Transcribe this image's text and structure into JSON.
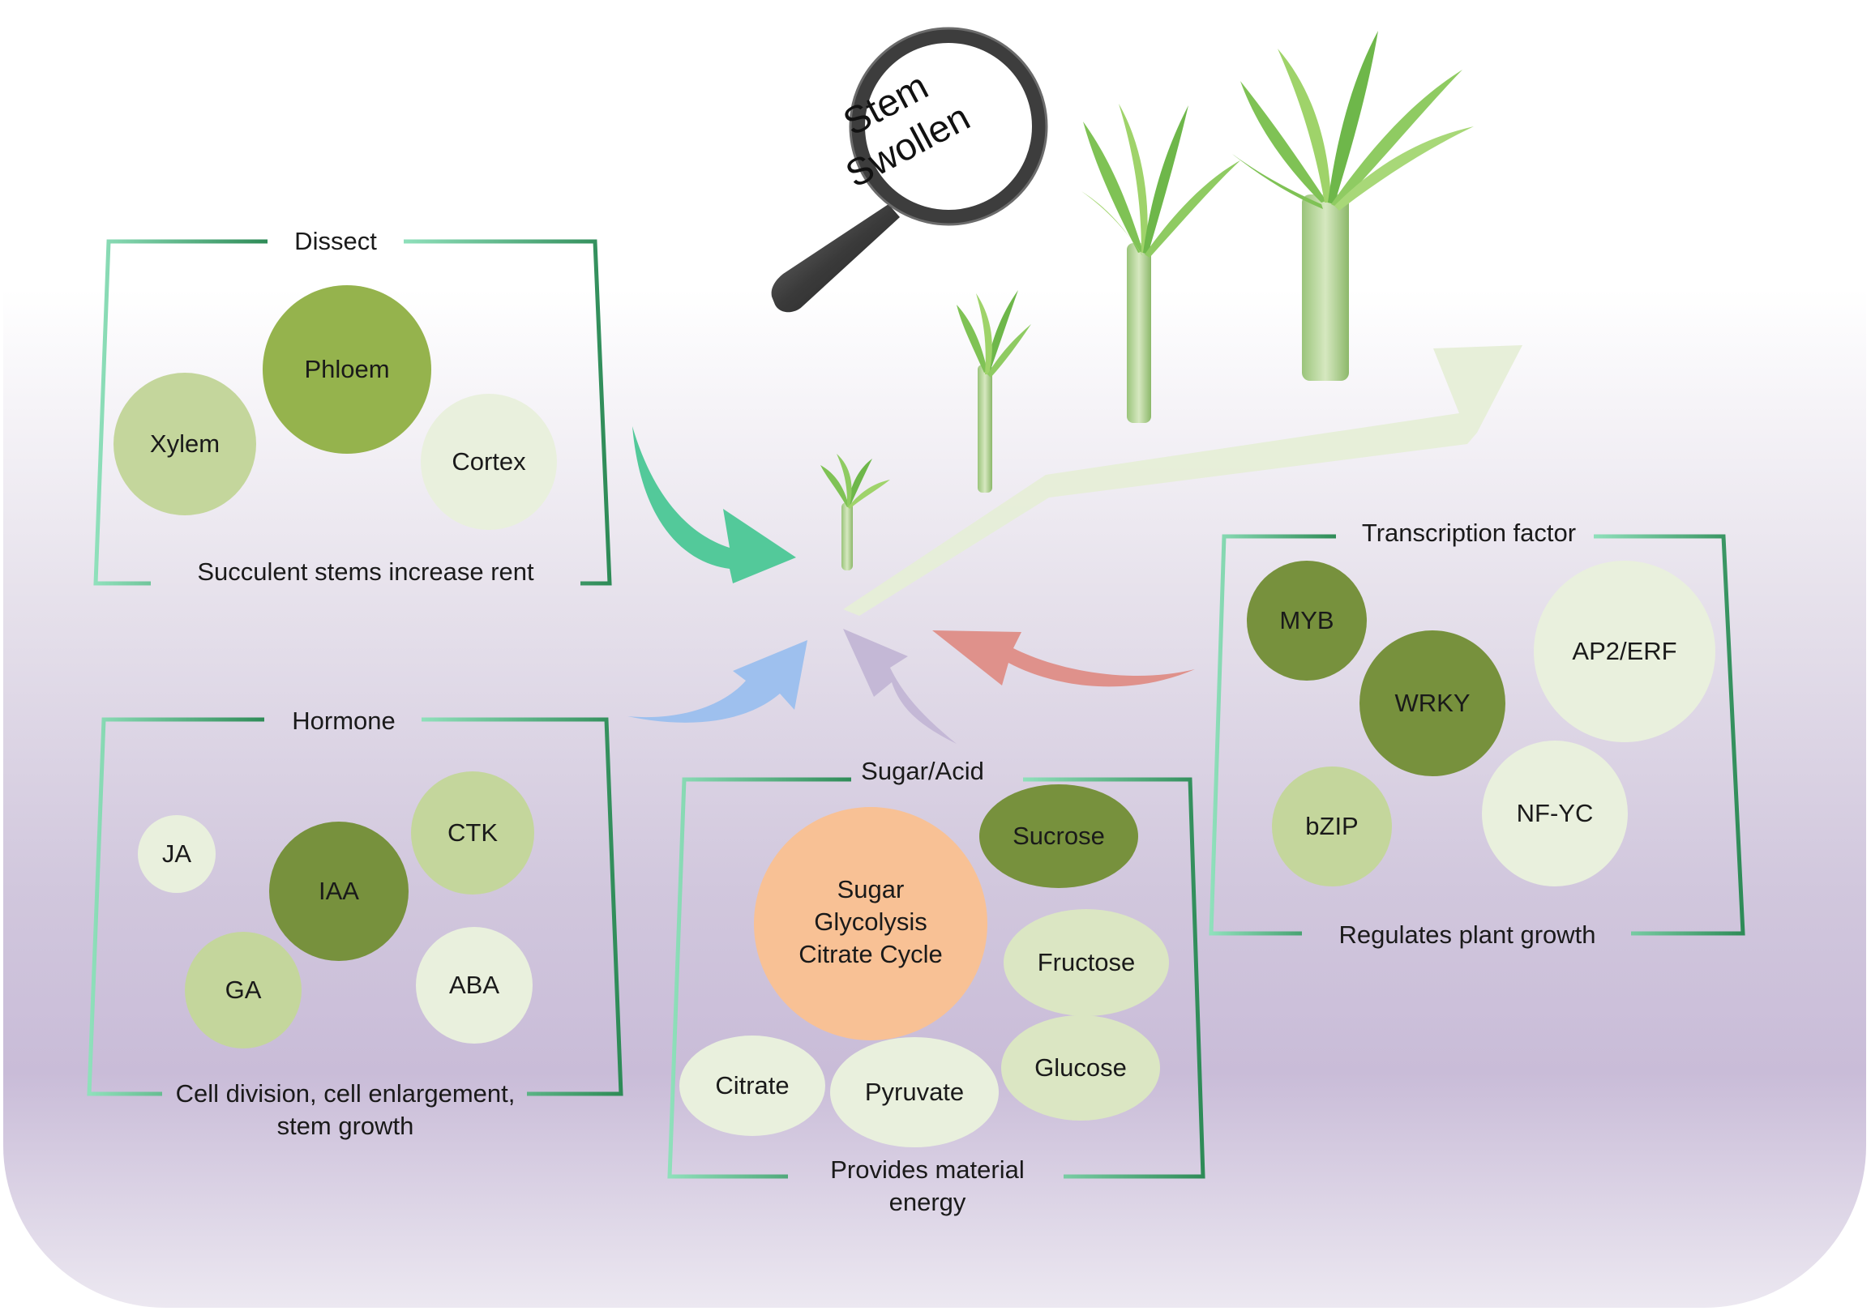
{
  "panels": {
    "dissect": {
      "title": "Dissect",
      "caption": "Succulent stems increase rent",
      "circles": [
        "Phloem",
        "Xylem",
        "Cortex"
      ]
    },
    "hormone": {
      "title": "Hormone",
      "caption": "Cell division, cell enlargement,\nstem growth",
      "circles": [
        "JA",
        "IAA",
        "CTK",
        "GA",
        "ABA"
      ]
    },
    "sugar": {
      "title": "Sugar/Acid",
      "caption": "Provides material\nenergy",
      "center": "Sugar\nGlycolysis\nCitrate Cycle",
      "circles": [
        "Sucrose",
        "Fructose",
        "Glucose",
        "Citrate",
        "Pyruvate"
      ]
    },
    "tf": {
      "title": "Transcription factor",
      "caption": "Regulates plant growth",
      "circles": [
        "MYB",
        "WRKY",
        "AP2/ERF",
        "bZIP",
        "NF-YC"
      ]
    }
  },
  "magnifier": {
    "text": "Stem\nSwollen"
  },
  "colors": {
    "dark_green": "#77913d",
    "mid_green": "#95b34d",
    "light_green": "#c4d69c",
    "pale_green": "#dbe6c3",
    "very_pale_green": "#e9f0dd",
    "peach": "#f8c195",
    "bracket_light": "#7fdcb0",
    "bracket_dark": "#2e8b57",
    "arrow_green": "#53c99a",
    "arrow_blue": "#9ec0ee",
    "arrow_lavender": "#c4b8d6",
    "arrow_red": "#df918b",
    "growth_arrow": "#e7eed9"
  }
}
